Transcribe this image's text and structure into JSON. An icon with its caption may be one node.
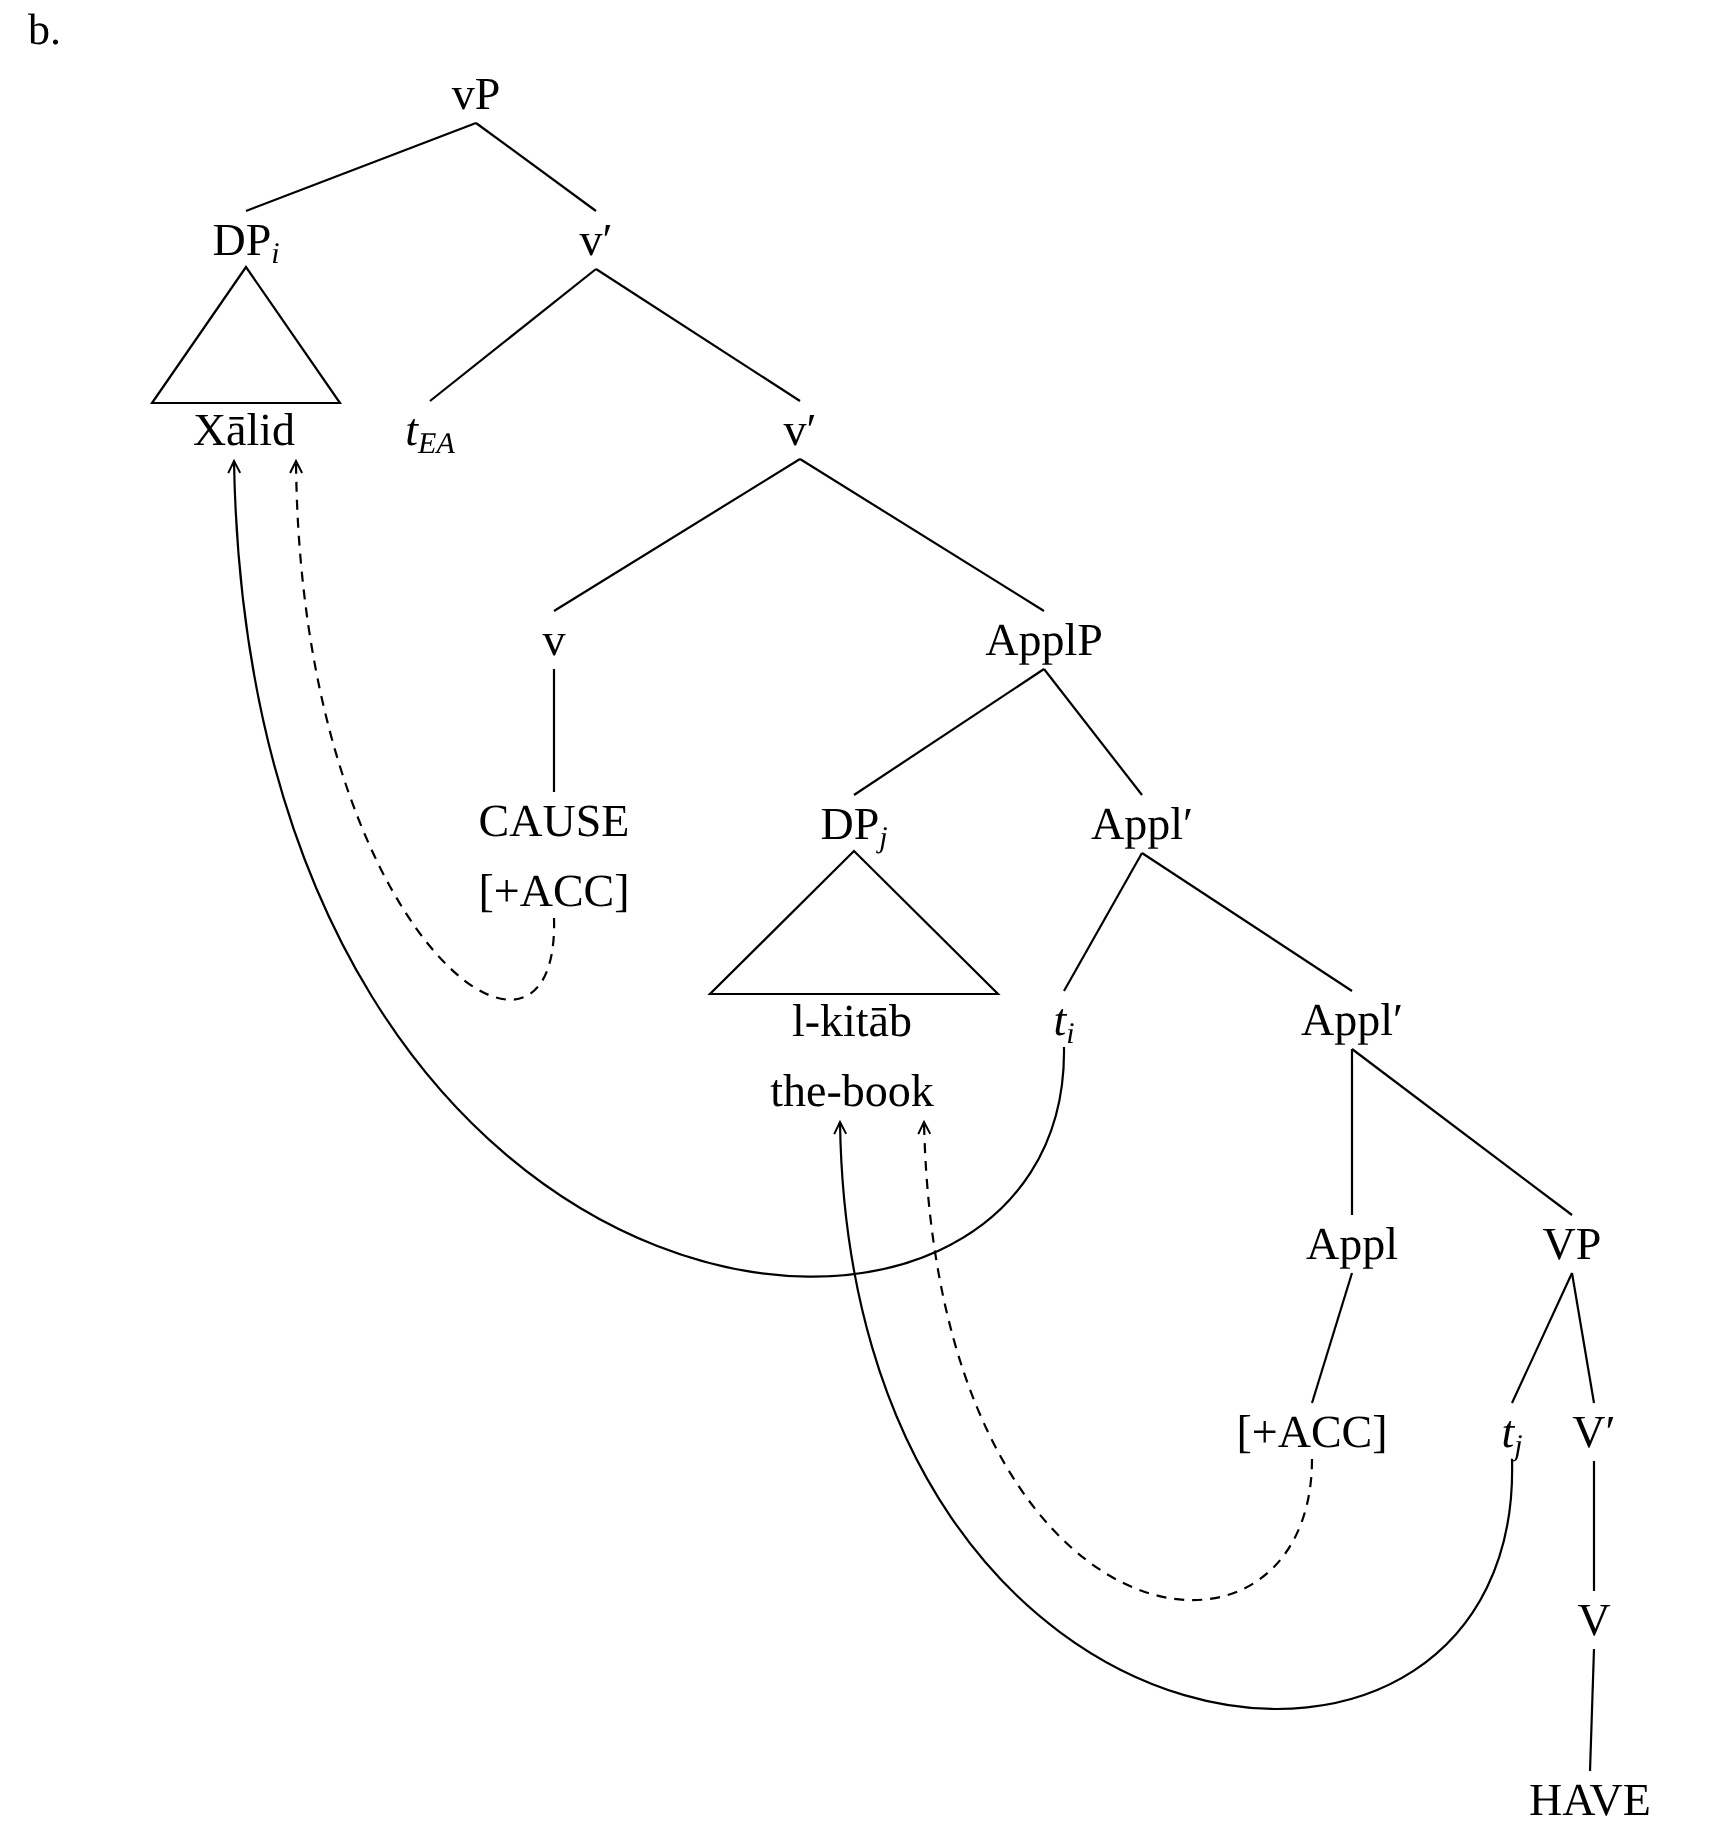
{
  "diagram": {
    "nodes": [
      {
        "text": [
          "vP"
        ]
      },
      {
        "text": [
          "DP$_{i}$"
        ]
      },
      {
        "text": [
          "Xālid"
        ]
      },
      {
        "text": [
          "v′"
        ]
      },
      {
        "text": [
          "*t*$_{EA}$"
        ]
      },
      {
        "text": [
          "v′"
        ]
      },
      {
        "text": [
          "v"
        ]
      },
      {
        "text": [
          "CAUSE",
          "[+ACC]"
        ]
      },
      {
        "text": [
          "ApplP"
        ]
      },
      {
        "text": [
          "DP$_{j}$"
        ]
      },
      {
        "text": [
          "l-kitāb",
          "the-book"
        ]
      },
      {
        "text": [
          "Appl′"
        ]
      },
      {
        "text": [
          "*t*$_{i}$"
        ]
      },
      {
        "text": [
          "Appl′"
        ]
      },
      {
        "text": [
          "Appl"
        ]
      },
      {
        "text": [
          "VP"
        ]
      },
      {
        "text": [
          "[+ACC]"
        ]
      },
      {
        "text": [
          "*t*$_{j}$"
        ]
      },
      {
        "text": [
          "V′"
        ]
      },
      {
        "text": [
          "V"
        ]
      },
      {
        "text": [
          "HAVE"
        ]
      }
    ],
    "edges": [
      {
        "from": 0,
        "to": 1,
        "arrow": "none"
      },
      {
        "from": 0,
        "to": 3,
        "arrow": "none"
      },
      {
        "from": 1,
        "to": 2,
        "arrow": "none"
      },
      {
        "from": 3,
        "to": 4,
        "arrow": "none"
      },
      {
        "from": 3,
        "to": 5,
        "arrow": "none"
      },
      {
        "from": 5,
        "to": 6,
        "arrow": "none"
      },
      {
        "from": 5,
        "to": 8,
        "arrow": "none"
      },
      {
        "from": 6,
        "to": 7,
        "arrow": "none"
      },
      {
        "from": 8,
        "to": 9,
        "arrow": "none"
      },
      {
        "from": 8,
        "to": 11,
        "arrow": "none"
      },
      {
        "from": 9,
        "to": 10,
        "arrow": "none"
      },
      {
        "from": 11,
        "to": 12,
        "arrow": "none"
      },
      {
        "from": 11,
        "to": 13,
        "arrow": "none"
      },
      {
        "from": 13,
        "to": 14,
        "arrow": "none"
      },
      {
        "from": 13,
        "to": 15,
        "arrow": "none"
      },
      {
        "from": 14,
        "to": 16,
        "arrow": "none"
      },
      {
        "from": 15,
        "to": 17,
        "arrow": "none"
      },
      {
        "from": 15,
        "to": 18,
        "arrow": "none"
      },
      {
        "from": 18,
        "to": 19,
        "arrow": "none"
      },
      {
        "from": 19,
        "to": 20,
        "arrow": "none"
      },
      {
        "from": 12,
        "to": 2,
        "arrow": "to"
      },
      {
        "from": 7,
        "to": 2,
        "arrow": "to",
        "style": "dashed"
      },
      {
        "from": 17,
        "to": 10,
        "arrow": "to"
      },
      {
        "from": 16,
        "to": 10,
        "arrow": "to",
        "style": "dashed"
      }
    ],
    "labels": [
      "b."
    ]
  }
}
